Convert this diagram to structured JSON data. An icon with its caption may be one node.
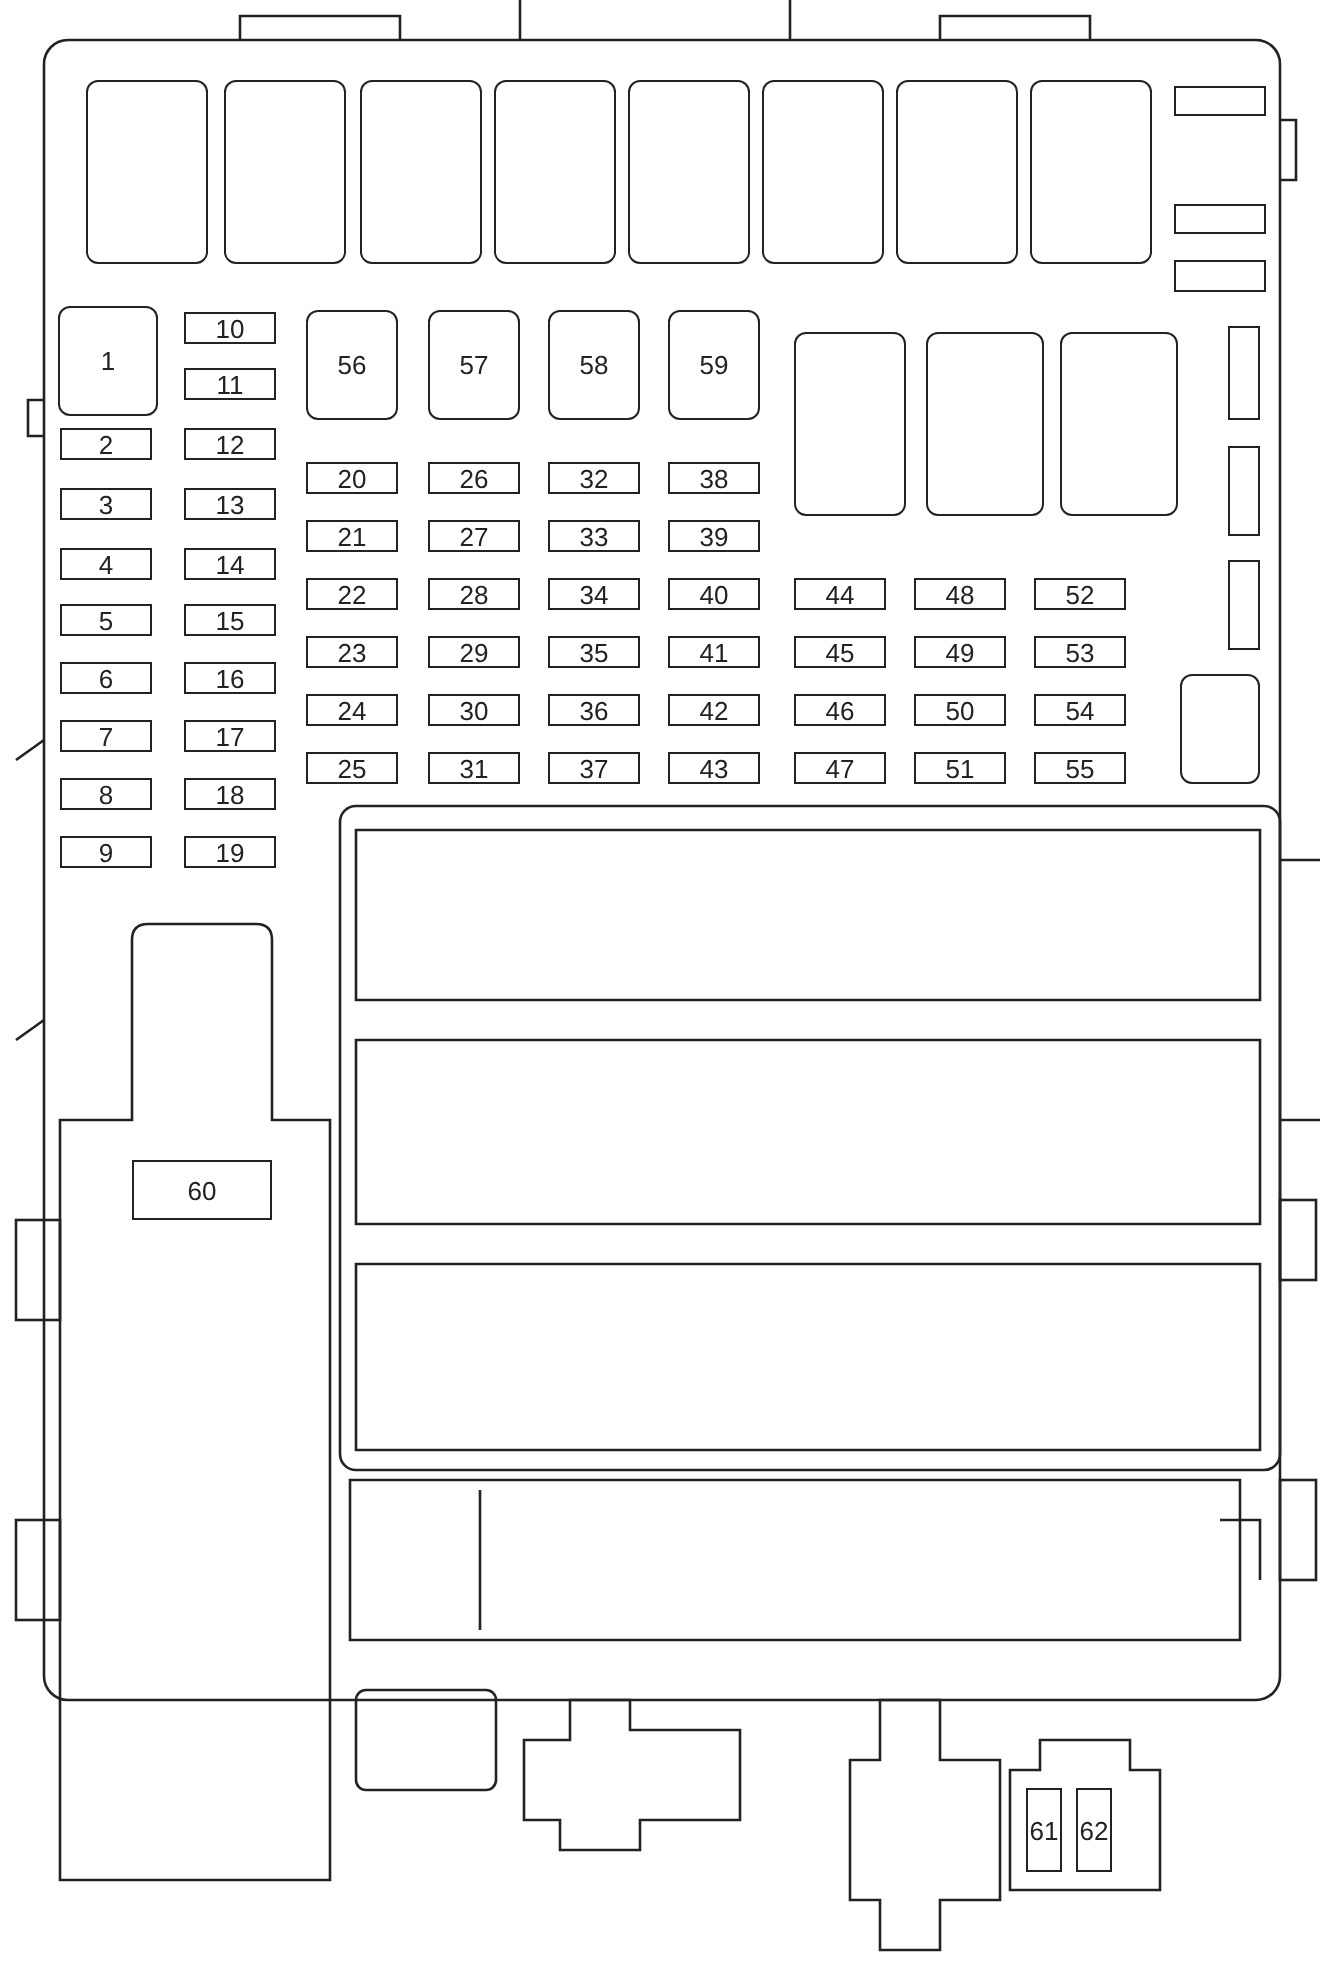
{
  "diagram": {
    "nodes": [
      {
        "text": [
          "1"
        ]
      },
      {
        "text": [
          "2"
        ]
      },
      {
        "text": [
          "3"
        ]
      },
      {
        "text": [
          "4"
        ]
      },
      {
        "text": [
          "5"
        ]
      },
      {
        "text": [
          "6"
        ]
      },
      {
        "text": [
          "7"
        ]
      },
      {
        "text": [
          "8"
        ]
      },
      {
        "text": [
          "9"
        ]
      },
      {
        "text": [
          "10"
        ]
      },
      {
        "text": [
          "11"
        ]
      },
      {
        "text": [
          "12"
        ]
      },
      {
        "text": [
          "13"
        ]
      },
      {
        "text": [
          "14"
        ]
      },
      {
        "text": [
          "15"
        ]
      },
      {
        "text": [
          "16"
        ]
      },
      {
        "text": [
          "17"
        ]
      },
      {
        "text": [
          "18"
        ]
      },
      {
        "text": [
          "19"
        ]
      },
      {
        "text": [
          "20"
        ]
      },
      {
        "text": [
          "21"
        ]
      },
      {
        "text": [
          "22"
        ]
      },
      {
        "text": [
          "23"
        ]
      },
      {
        "text": [
          "24"
        ]
      },
      {
        "text": [
          "25"
        ]
      },
      {
        "text": [
          "26"
        ]
      },
      {
        "text": [
          "27"
        ]
      },
      {
        "text": [
          "28"
        ]
      },
      {
        "text": [
          "29"
        ]
      },
      {
        "text": [
          "30"
        ]
      },
      {
        "text": [
          "31"
        ]
      },
      {
        "text": [
          "32"
        ]
      },
      {
        "text": [
          "33"
        ]
      },
      {
        "text": [
          "34"
        ]
      },
      {
        "text": [
          "35"
        ]
      },
      {
        "text": [
          "36"
        ]
      },
      {
        "text": [
          "37"
        ]
      },
      {
        "text": [
          "38"
        ]
      },
      {
        "text": [
          "39"
        ]
      },
      {
        "text": [
          "40"
        ]
      },
      {
        "text": [
          "41"
        ]
      },
      {
        "text": [
          "42"
        ]
      },
      {
        "text": [
          "43"
        ]
      },
      {
        "text": [
          "44"
        ]
      },
      {
        "text": [
          "45"
        ]
      },
      {
        "text": [
          "46"
        ]
      },
      {
        "text": [
          "47"
        ]
      },
      {
        "text": [
          "48"
        ]
      },
      {
        "text": [
          "49"
        ]
      },
      {
        "text": [
          "50"
        ]
      },
      {
        "text": [
          "51"
        ]
      },
      {
        "text": [
          "52"
        ]
      },
      {
        "text": [
          "53"
        ]
      },
      {
        "text": [
          "54"
        ]
      },
      {
        "text": [
          "55"
        ]
      },
      {
        "text": [
          "56"
        ]
      },
      {
        "text": [
          "57"
        ]
      },
      {
        "text": [
          "58"
        ]
      },
      {
        "text": [
          "59"
        ]
      },
      {
        "text": [
          "60"
        ]
      },
      {
        "text": [
          "61"
        ]
      },
      {
        "text": [
          "62"
        ]
      },
      {
        "text": [],
        "shape": "box"
      },
      {
        "text": [],
        "shape": "box"
      },
      {
        "text": [],
        "shape": "box"
      },
      {
        "text": [],
        "shape": "box"
      },
      {
        "text": [],
        "shape": "box"
      },
      {
        "text": [],
        "shape": "box"
      },
      {
        "text": [],
        "shape": "box"
      },
      {
        "text": [],
        "shape": "box"
      },
      {
        "text": [],
        "shape": "box"
      },
      {
        "text": [],
        "shape": "box"
      },
      {
        "text": [],
        "shape": "box"
      },
      {
        "text": [],
        "shape": "box"
      },
      {
        "text": [],
        "shape": "box"
      },
      {
        "text": [],
        "shape": "box"
      },
      {
        "text": [],
        "shape": "box"
      },
      {
        "text": [],
        "shape": "box"
      },
      {
        "text": [],
        "shape": "box"
      },
      {
        "text": [],
        "shape": "box"
      }
    ]
  }
}
